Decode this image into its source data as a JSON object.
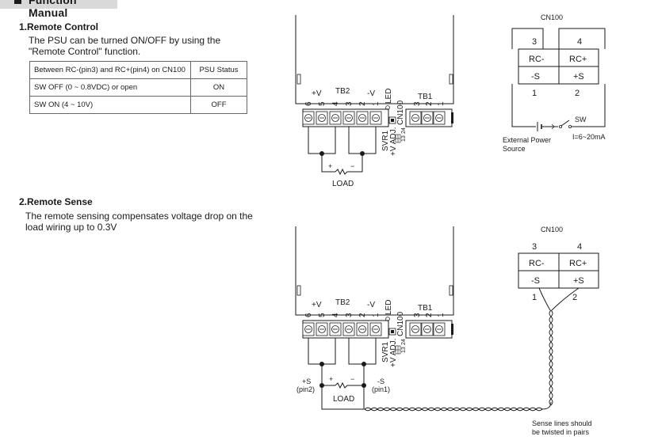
{
  "header": {
    "title": "Function Manual"
  },
  "remote_control": {
    "title": "1.Remote Control",
    "desc_line1": "The PSU can be turned ON/OFF by using the",
    "desc_line2": "\"Remote Control\" function.",
    "table": {
      "headers": [
        "Between RC-(pin3) and RC+(pin4) on CN100",
        "PSU Status"
      ],
      "rows": [
        [
          "SW OFF (0 ~ 0.8VDC) or open",
          "ON"
        ],
        [
          "SW ON (4 ~ 10V)",
          "OFF"
        ]
      ]
    }
  },
  "remote_sense": {
    "title": "2.Remote Sense",
    "desc_line1": "The remote sensing compensates voltage drop on the",
    "desc_line2": "load wiring up to 0.3V"
  },
  "psu": {
    "pos_label": "+V",
    "tb2_label": "TB2",
    "neg_label": "-V",
    "tb2_pins": [
      "6",
      "5",
      "4",
      "3",
      "2",
      "1"
    ],
    "led_label": "LED",
    "cn100_label": "CN100",
    "svr1_label": "SVR1",
    "vadj_label": "+V ADJ.",
    "cn_pin_top": "13",
    "cn_pin_bottom": "24",
    "tb1_label": "TB1",
    "tb1_pins": [
      "3",
      "2",
      "1"
    ],
    "load_label": "LOAD",
    "plus": "+",
    "minus": "−"
  },
  "cn100_diagram": {
    "title": "CN100",
    "pin_top_left": "3",
    "pin_top_right": "4",
    "cell_rc_minus": "RC-",
    "cell_rc_plus": "RC+",
    "cell_s_minus": "-S",
    "cell_s_plus": "+S",
    "pin_bottom_left": "1",
    "pin_bottom_right": "2"
  },
  "rc_circuit": {
    "sw_label": "SW",
    "current_label": "I=6~20mA",
    "ext_line1": "External Power",
    "ext_line2": "Source"
  },
  "rs_circuit": {
    "s_plus": "+S",
    "pin2": "(pin2)",
    "s_minus": "-S",
    "pin1": "(pin1)",
    "twisted_line1": "Sense lines should",
    "twisted_line2": "be twisted in pairs"
  },
  "colors": {
    "ink": "#1a1a1a",
    "header_bg": "#d9d9d9",
    "border": "#666666"
  }
}
